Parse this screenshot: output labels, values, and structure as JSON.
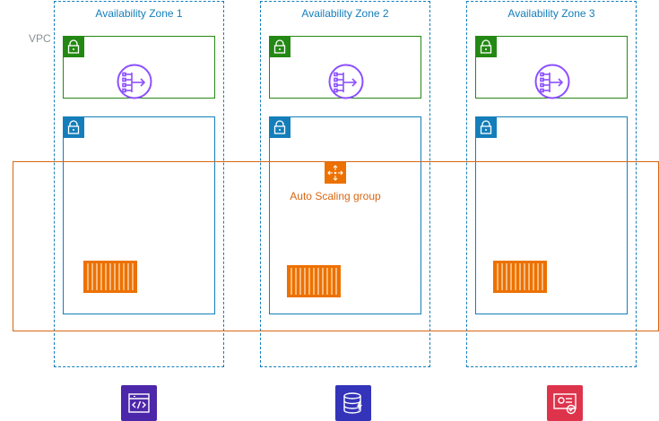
{
  "vpc": {
    "label": "VPC"
  },
  "availability_zones": [
    {
      "label": "Availability Zone 1"
    },
    {
      "label": "Availability Zone 2"
    },
    {
      "label": "Availability Zone 3"
    }
  ],
  "auto_scaling_group": {
    "label": "Auto Scaling group"
  },
  "icons": {
    "public_subnet": "lock-icon",
    "private_subnet": "lock-icon",
    "nat_gateway": "nat-gateway-icon",
    "container": "elastic-container-icon",
    "auto_scaling": "auto-scaling-icon",
    "bottom_services": [
      "api-gateway-icon",
      "dynamodb-icon",
      "certificate-manager-icon"
    ]
  },
  "colors": {
    "zone_border": "#147eba",
    "public_subnet": "#248814",
    "private_subnet": "#147eba",
    "nat_gateway": "#8c4fff",
    "auto_scaling": "#d86613",
    "container": "#ed7100",
    "api_gateway": "#4d27aa",
    "dynamodb": "#3334b9",
    "certificate_manager": "#dd344c",
    "vpc_label": "#879196"
  }
}
